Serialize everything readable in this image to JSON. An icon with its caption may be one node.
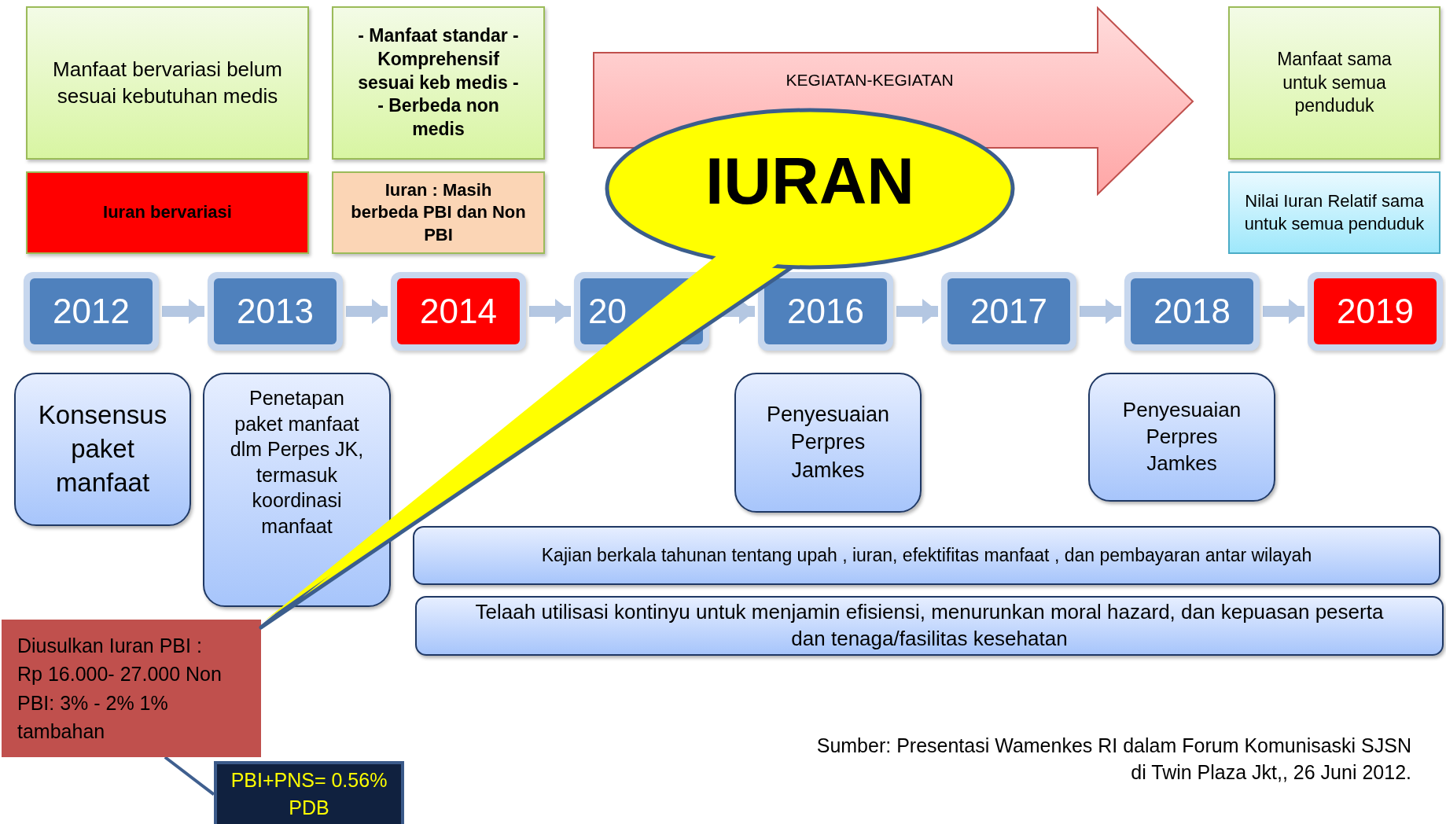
{
  "diagram": {
    "nodes": [
      {
        "text": [
          "Manfaat bervariasi belum sesuai kebutuhan medis"
        ]
      },
      {
        "text": [
          "- Manfaat standar -Komprehensif sesuai keb medis -- Berbeda non medis"
        ]
      },
      {
        "text": [
          "KEGIATAN-KEGIATAN"
        ]
      },
      {
        "text": [
          "Manfaat sama untuk semua penduduk"
        ]
      },
      {
        "text": [
          "Iuran bervariasi"
        ]
      },
      {
        "text": [
          "Iuran : Masih berbeda PBI dan Non PBI"
        ]
      },
      {
        "text": [
          "IURAN"
        ]
      },
      {
        "text": [
          "Nilai Iuran Relatif sama untuk semua penduduk"
        ]
      },
      {
        "text": [
          "2012"
        ]
      },
      {
        "text": [
          "2013"
        ]
      },
      {
        "text": [
          "2014"
        ]
      },
      {
        "text": [
          "20"
        ]
      },
      {
        "text": [
          "2016"
        ]
      },
      {
        "text": [
          "2017"
        ]
      },
      {
        "text": [
          "2018"
        ]
      },
      {
        "text": [
          "2019"
        ]
      },
      {
        "text": [
          "Konsensus paket manfaat"
        ]
      },
      {
        "text": [
          "Penetapan paket manfaat dlm Perpes JK, termasuk koordinasi manfaat"
        ]
      },
      {
        "text": [
          "Penyesuaian Perpres Jamkes"
        ]
      },
      {
        "text": [
          "Penyesuaian Perpres Jamkes"
        ]
      },
      {
        "text": [
          "Kajian  berkala  tahunan tentang upah , iuran, efektifitas manfaat , dan pembayaran antar wilayah"
        ]
      },
      {
        "text": [
          "Telaah utilisasi kontinyu untuk menjamin efisiensi, menurunkan moral hazard, dan kepuasan peserta dan tenaga/fasilitas kesehatan"
        ]
      },
      {
        "text": [
          "Diusulkan Iuran PBI : Rp 16.000-  27.000 Non PBI: 3% - 2% 1% tambahan"
        ]
      },
      {
        "text": [
          "PBI+PNS= 0.56% PDB"
        ]
      }
    ],
    "edges": [
      {
        "from": 8,
        "to": 9,
        "arrow": "to"
      },
      {
        "from": 9,
        "to": 10,
        "arrow": "to"
      },
      {
        "from": 10,
        "to": 11,
        "arrow": "to"
      },
      {
        "from": 11,
        "to": 12,
        "arrow": "to"
      },
      {
        "from": 12,
        "to": 13,
        "arrow": "to"
      },
      {
        "from": 13,
        "to": 14,
        "arrow": "to"
      },
      {
        "from": 14,
        "to": 15,
        "arrow": "to"
      },
      {
        "from": 22,
        "to": 23,
        "arrow": "none",
        "color": "#3f5f8f"
      }
    ],
    "labels": [
      "Sumber: Presentasi Wamenkes RI dalam Forum Komunisaski SJSN di Twin Plaza Jkt,, 26 Juni 2012."
    ]
  }
}
